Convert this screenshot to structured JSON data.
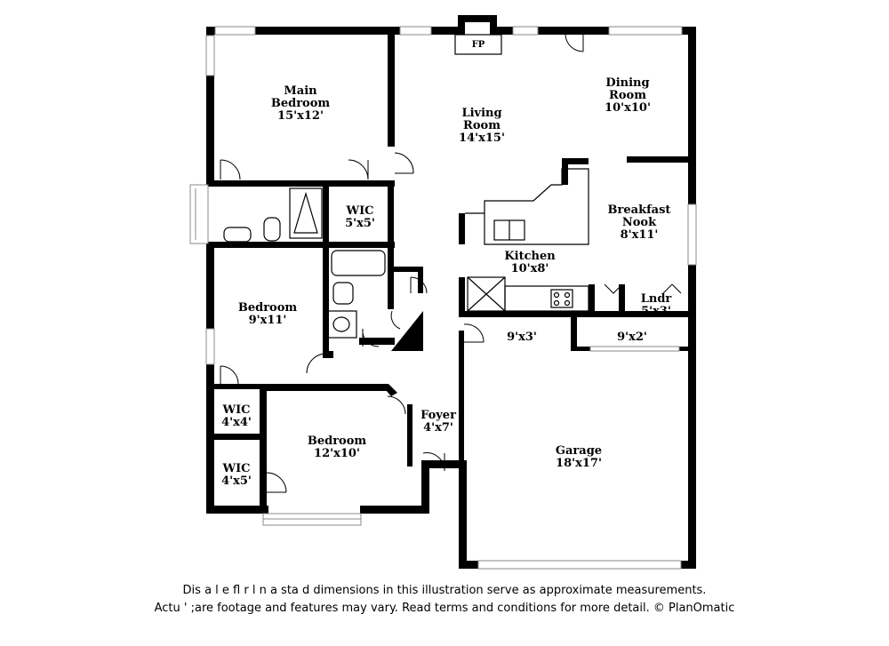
{
  "rooms": {
    "main_bedroom": {
      "name_line1": "Main",
      "name_line2": "Bedroom",
      "size": "15'x12'"
    },
    "living_room": {
      "name_line1": "Living",
      "name_line2": "Room",
      "size": "14'x15'"
    },
    "dining_room": {
      "name_line1": "Dining",
      "name_line2": "Room",
      "size": "10'x10'"
    },
    "fireplace": {
      "label": "FP"
    },
    "wic_main": {
      "name": "WIC",
      "size": "5'x5'"
    },
    "breakfast_nook": {
      "name_line1": "Breakfast",
      "name_line2": "Nook",
      "size": "8'x11'"
    },
    "kitchen": {
      "name": "Kitchen",
      "size": "10'x8'"
    },
    "bedroom_a": {
      "name": "Bedroom",
      "size": "9'x11'"
    },
    "laundry": {
      "name": "Lndr",
      "size": "5'x3'"
    },
    "hall_a": {
      "size": "9'x3'"
    },
    "hall_b": {
      "size": "9'x2'"
    },
    "wic_a": {
      "name": "WIC",
      "size": "4'x4'"
    },
    "foyer": {
      "name": "Foyer",
      "size": "4'x7'"
    },
    "bedroom_b": {
      "name": "Bedroom",
      "size": "12'x10'"
    },
    "garage": {
      "name": "Garage",
      "size": "18'x17'"
    },
    "wic_b": {
      "name": "WIC",
      "size": "4'x5'"
    }
  },
  "disclaimer": {
    "line1": "Dis  a      l e fl  r  l  n a   sta  d dimensions in this illustration serve as approximate measurements.",
    "line2": "Actu   ' ;are footage and features may vary. Read terms and conditions for more detail. © PlanOmatic"
  }
}
